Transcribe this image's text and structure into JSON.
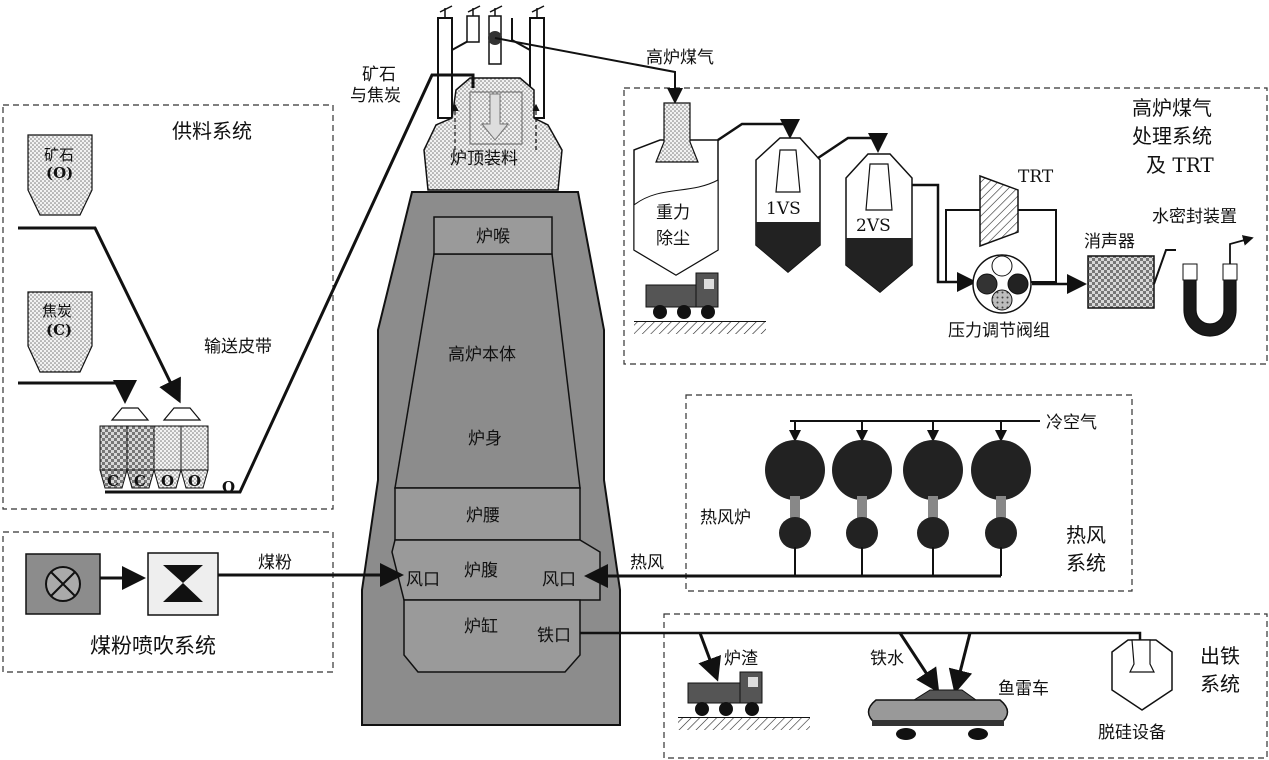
{
  "labels": {
    "ore_coke_top": "矿石",
    "ore_coke_bottom": "与焦炭",
    "furnace_top_charging": "炉顶装料",
    "furnace_throat": "炉喉",
    "furnace_body": "高炉本体",
    "furnace_shaft": "炉身",
    "furnace_waist": "炉腰",
    "furnace_bosh": "炉腹",
    "furnace_hearth": "炉缸",
    "tuyere_left": "风口",
    "tuyere_right": "风口",
    "tap_hole": "铁口",
    "supply_system": "供料系统",
    "ore_bin_name": "矿石",
    "ore_bin_symbol": "(O)",
    "coke_bin_name": "焦炭",
    "coke_bin_symbol": "(C)",
    "conveyor_belt": "输送皮带",
    "hopper_c1": "C",
    "hopper_c2": "C",
    "hopper_o1": "O",
    "hopper_o2": "O",
    "belt_o": "O",
    "bf_gas": "高炉煤气",
    "gas_system_line1": "高炉煤气",
    "gas_system_line2": "处理系统",
    "gas_system_line3": "及 TRT",
    "gravity_dust_1": "重力",
    "gravity_dust_2": "除尘",
    "vs1": "1VS",
    "vs2": "2VS",
    "trt": "TRT",
    "silencer": "消声器",
    "water_seal": "水密封装置",
    "pressure_valve": "压力调节阀组",
    "cold_air": "冷空气",
    "hot_stove": "热风炉",
    "hot_blast_system_1": "热风",
    "hot_blast_system_2": "系统",
    "hot_blast": "热风",
    "pulverized_coal": "煤粉",
    "pci_system": "煤粉喷吹系统",
    "slag": "炉渣",
    "molten_iron": "铁水",
    "torpedo_car": "鱼雷车",
    "desilication": "脱硅设备",
    "tapping_system_1": "出铁",
    "tapping_system_2": "系统"
  },
  "colors": {
    "furnace_gray": "#8c8c8c",
    "furnace_light": "#a6a6a6",
    "zone_fill": "#9a9a9a",
    "dark": "#1a1a1a",
    "line": "#111111",
    "dust_fill": "#e2e2e2"
  }
}
